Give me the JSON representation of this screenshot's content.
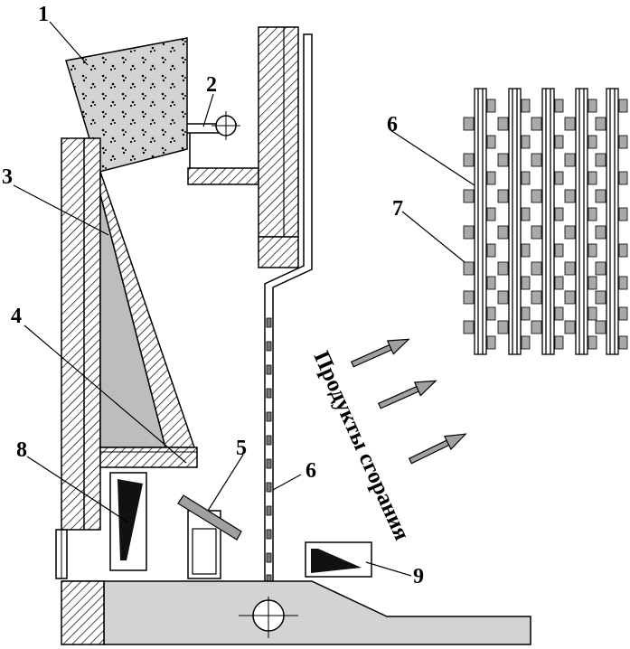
{
  "labels": {
    "n1": "1",
    "n2": "2",
    "n3": "3",
    "n4": "4",
    "n5": "5",
    "n6_left": "6",
    "n6_right": "6",
    "n7": "7",
    "n8": "8",
    "n9": "9"
  },
  "caption": "Продукты сгорания",
  "colors": {
    "stroke": "#000000",
    "fill_grey": "#cfcfcf",
    "fill_dark_grey": "#b5b5b5",
    "tube_block": "#a9a9a9",
    "arrow_fill": "#a0a0a0"
  }
}
